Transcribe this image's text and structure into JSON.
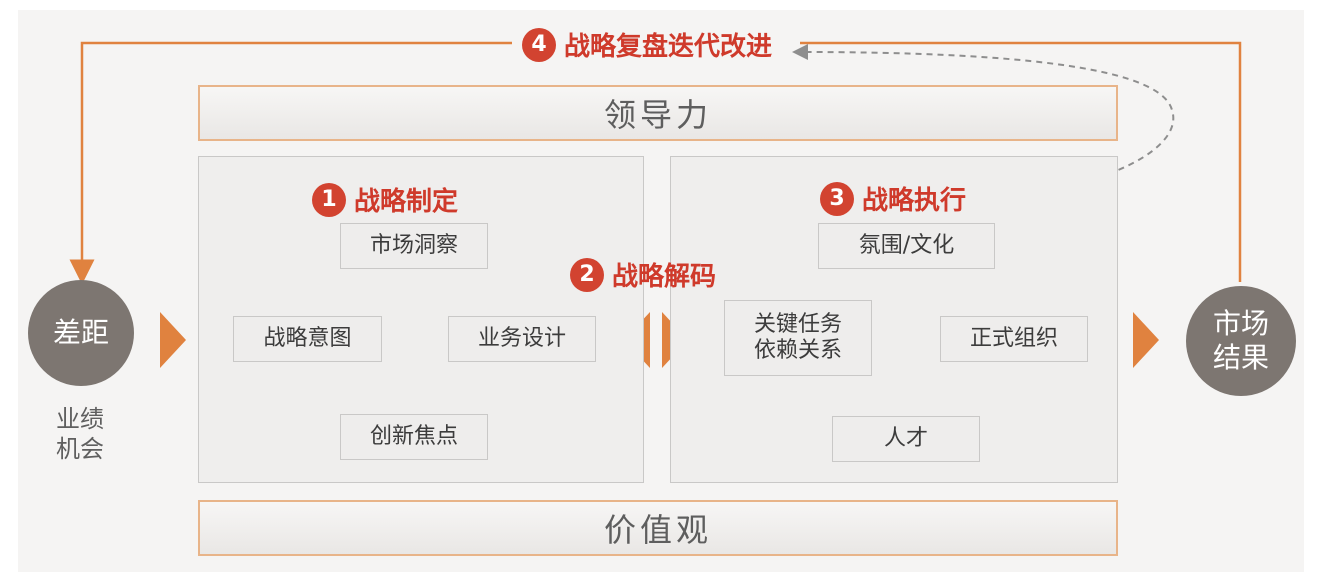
{
  "loop_label": {
    "number": "4",
    "text": "战略复盘迭代改进"
  },
  "leadership": "领导力",
  "values": "价值观",
  "gap": {
    "circle": "差距",
    "caption": "业绩\n机会"
  },
  "result": {
    "circle": "市场\n结果"
  },
  "left_panel": {
    "step": {
      "number": "1",
      "text": "战略制定"
    },
    "boxes": {
      "top": "市场洞察",
      "left": "战略意图",
      "right": "业务设计",
      "bottom": "创新焦点"
    }
  },
  "middle_step": {
    "number": "2",
    "text": "战略解码"
  },
  "right_panel": {
    "step": {
      "number": "3",
      "text": "战略执行"
    },
    "boxes": {
      "top": "氛围/文化",
      "left": "关键任务\n依赖关系",
      "right": "正式组织",
      "bottom": "人才"
    }
  },
  "colors": {
    "accent_orange": "#e0823f",
    "step_red": "#cf3a2b",
    "circle_gray": "#7d7671"
  }
}
